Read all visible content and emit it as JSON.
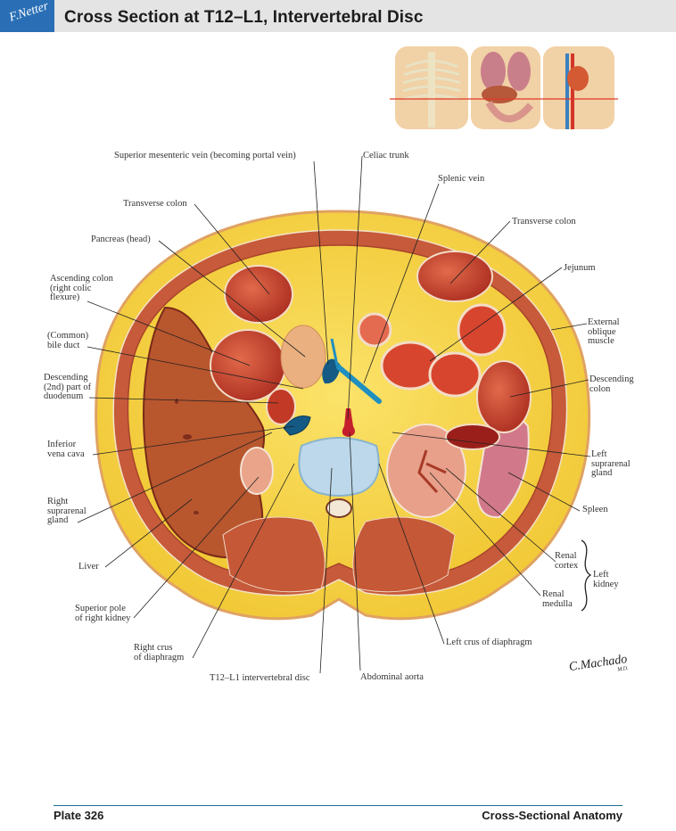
{
  "header": {
    "title": "Cross Section at T12–L1, Intervertebral Disc",
    "logo_text": "F.Netter"
  },
  "orientation_figure": {
    "panels": [
      "skeleton-thorax",
      "viscera-thorax-abdomen",
      "vessels-heart"
    ],
    "plane_line_color": "#e03a2a"
  },
  "labels": {
    "superior_mesenteric_vein": "Superior mesenteric vein (becoming portal vein)",
    "celiac_trunk": "Celiac trunk",
    "splenic_vein": "Splenic vein",
    "transverse_colon_left": "Transverse colon",
    "transverse_colon_right": "Transverse colon",
    "pancreas_head": "Pancreas (head)",
    "jejunum": "Jejunum",
    "ascending_colon": "Ascending colon\n(right colic\nflexure)",
    "external_oblique": "External\noblique\nmuscle",
    "common_bile_duct": "(Common)\nbile duct",
    "descending_duodenum": "Descending\n(2nd) part of\nduodenum",
    "descending_colon": "Descending\ncolon",
    "inferior_vena_cava": "Inferior\nvena cava",
    "left_suprarenal": "Left\nsuprarenal\ngland",
    "right_suprarenal": "Right\nsuprarenal\ngland",
    "spleen": "Spleen",
    "liver": "Liver",
    "renal_cortex": "Renal\ncortex",
    "left_kidney": "Left\nkidney",
    "renal_medulla": "Renal\nmedulla",
    "superior_pole_right_kidney": "Superior pole\nof right kidney",
    "left_crus": "Left crus of diaphragm",
    "right_crus": "Right crus\nof diaphragm",
    "t12_l1_disc": "T12–L1 intervertebral disc",
    "abdominal_aorta": "Abdominal aorta"
  },
  "signature": {
    "name": "C.Machado",
    "suffix": "M.D."
  },
  "footer": {
    "plate": "Plate 326",
    "section": "Cross-Sectional Anatomy"
  },
  "colors": {
    "header_bg": "#e4e4e4",
    "logo_blue": "#2a6fb5",
    "fat_yellow": "#f6d443",
    "muscle_red": "#c85a3c",
    "liver_brown": "#b8562e",
    "vein_blue": "#1f6f9a",
    "disc_blue": "#bcd8ea",
    "footer_rule": "#1f6f8f"
  }
}
